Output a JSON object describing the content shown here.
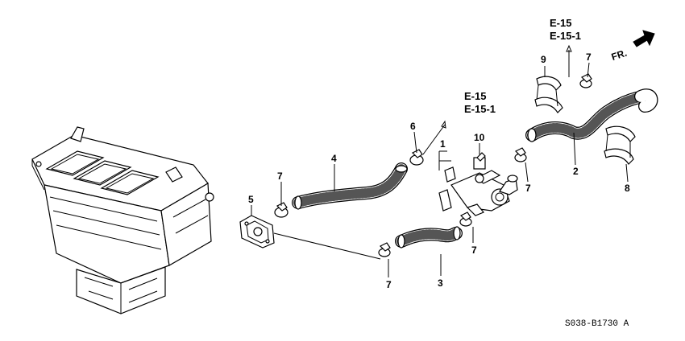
{
  "callouts": {
    "p1": "1",
    "p2": "2",
    "p3": "3",
    "p4": "4",
    "p5": "5",
    "p6": "6",
    "p7a": "7",
    "p7b": "7",
    "p7c": "7",
    "p7d": "7",
    "p7e": "7",
    "p8": "8",
    "p9": "9",
    "p10": "10"
  },
  "references": {
    "top_line1": "E-15",
    "top_line2": "E-15-1",
    "mid_line1": "E-15",
    "mid_line2": "E-15-1"
  },
  "direction": {
    "label": "FR."
  },
  "diagram_code": "S038-B1730 A"
}
